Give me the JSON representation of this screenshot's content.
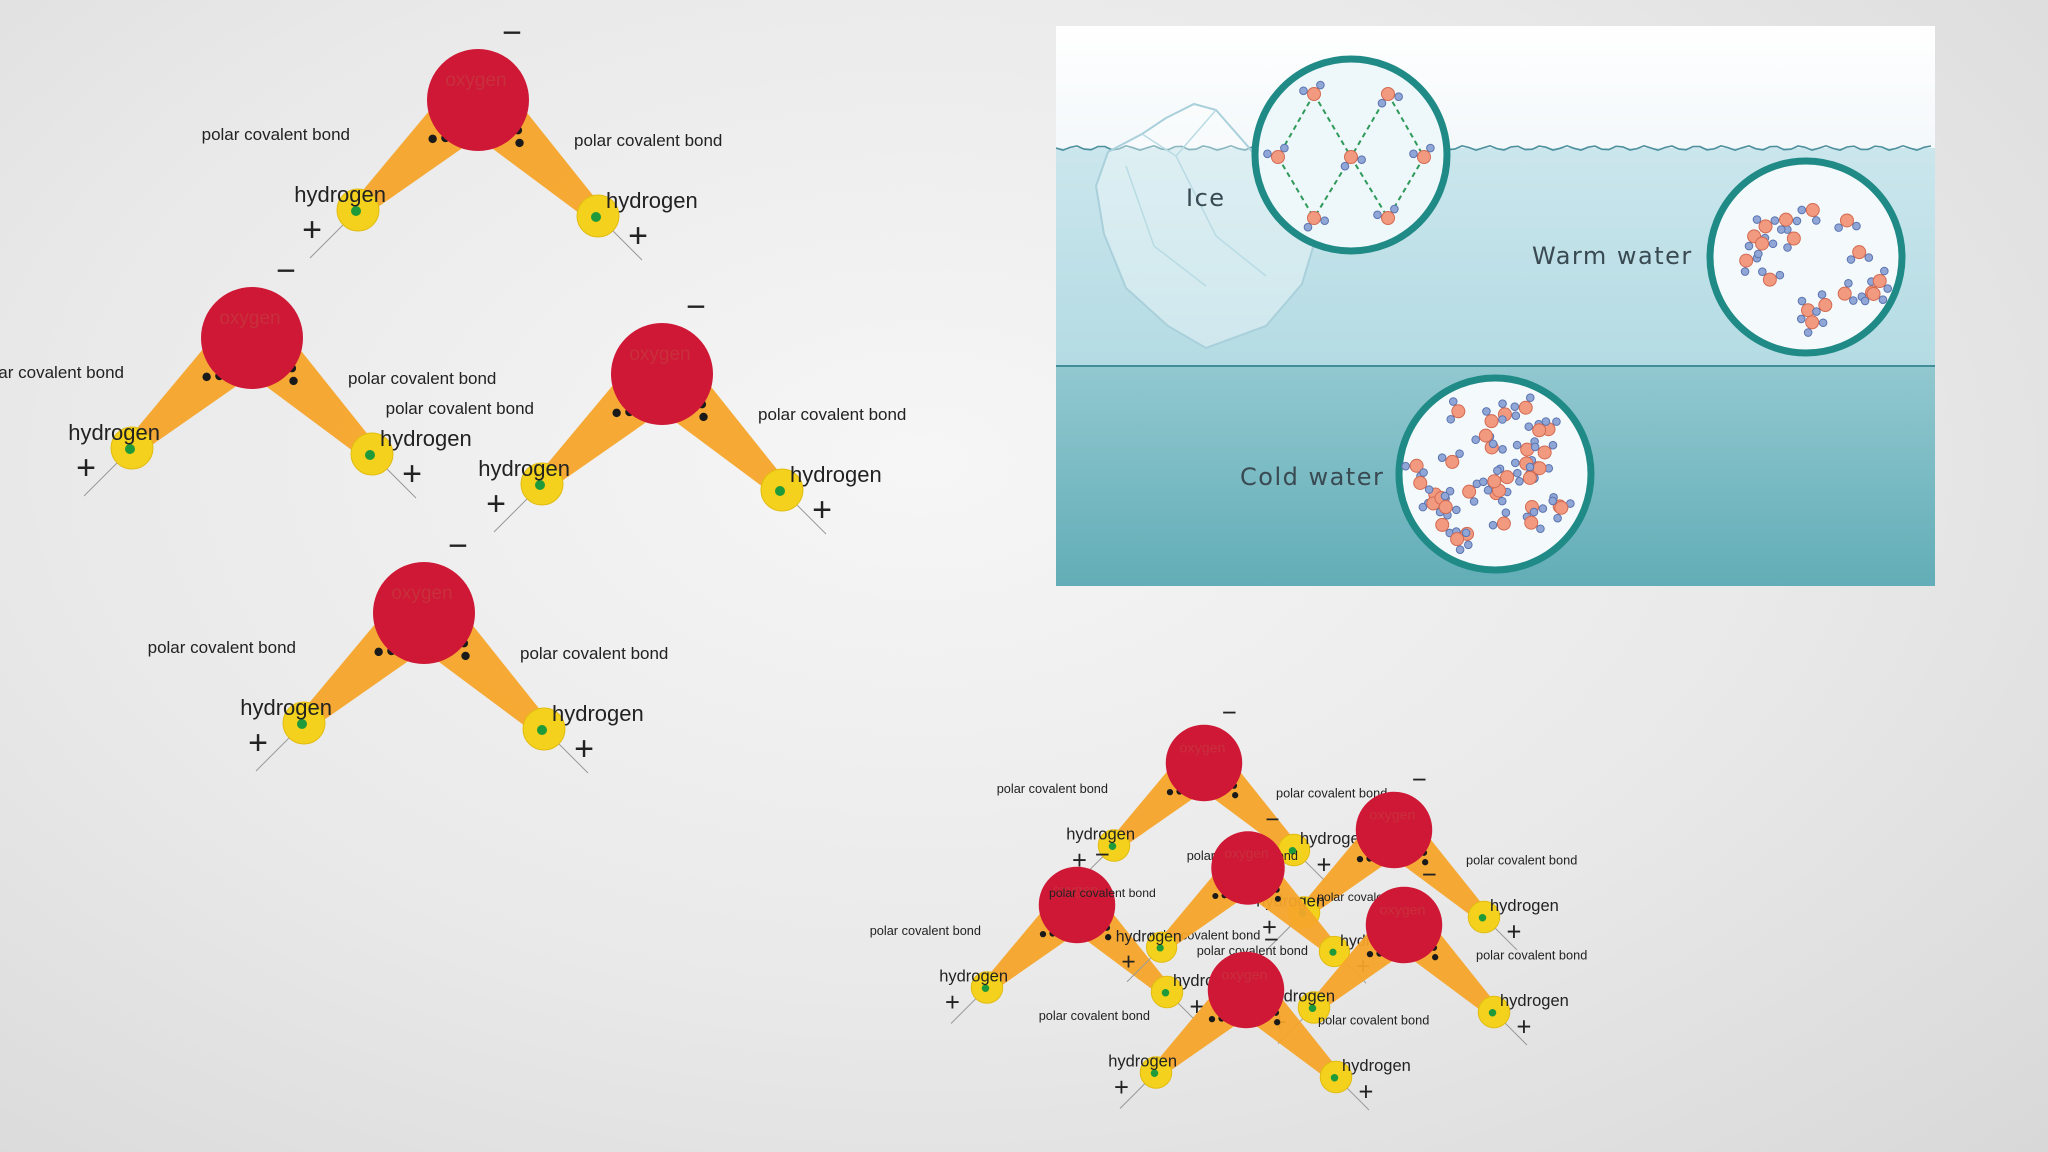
{
  "molecule": {
    "oxygen": "oxygen",
    "hydrogen": "hydrogen",
    "bond": "polar covalent bond",
    "neg": "−",
    "pos": "+"
  },
  "panel": {
    "ice": "Ice",
    "warm": "Warm water",
    "cold": "Cold water"
  },
  "colors": {
    "oxygen": "#cf1736",
    "hydrogen": "#f3d11c",
    "bond": "#f6a52a",
    "warm_water": "#d2eaf0",
    "cold_water": "#77b9c2",
    "ring": "#1f8a86"
  }
}
